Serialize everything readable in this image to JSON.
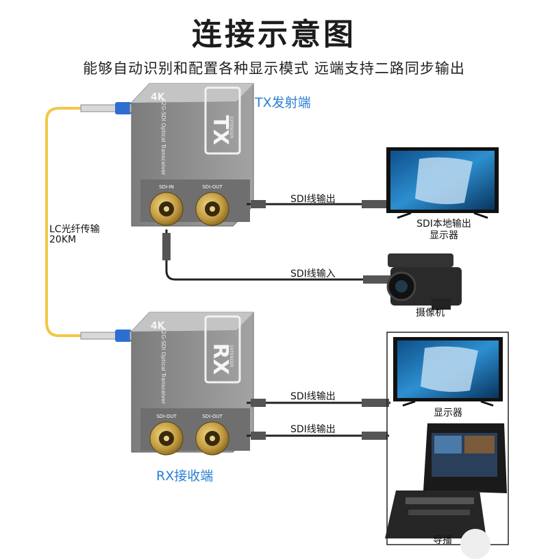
{
  "title": "连接示意图",
  "subtitle": "能够自动识别和配置各种显示模式 远端支持二路同步输出",
  "tx": {
    "role_label": "TX发射端",
    "badge": "TX",
    "extender": "EXTENDER",
    "resolution": "4K",
    "model_text": "12G-SDI Optical Transceiver",
    "port1": "SDI-IN",
    "port2": "SDI-OUT"
  },
  "rx": {
    "role_label": "RX接收端",
    "badge": "RX",
    "extender": "EXTENDER",
    "resolution": "4K",
    "model_text": "12G-SDI Optical Transceiver",
    "port1": "SDI-OUT",
    "port2": "SDI-OUT"
  },
  "fiber": {
    "label_line1": "LC光纤传输",
    "label_line2": "20KM",
    "color": "#f2c744"
  },
  "cables": {
    "tx_out": "SDI线输出",
    "tx_in": "SDI线输入",
    "rx_out1": "SDI线输出",
    "rx_out2": "SDI线输出"
  },
  "devices": {
    "local_monitor_line1": "SDI本地输出",
    "local_monitor_line2": "显示器",
    "camera": "摄像机",
    "monitor": "显示器",
    "director": "导播"
  },
  "colors": {
    "device_body": "#8d8d8d",
    "connector_gold": "#c9a24a",
    "role_label": "#2a7fd4"
  }
}
